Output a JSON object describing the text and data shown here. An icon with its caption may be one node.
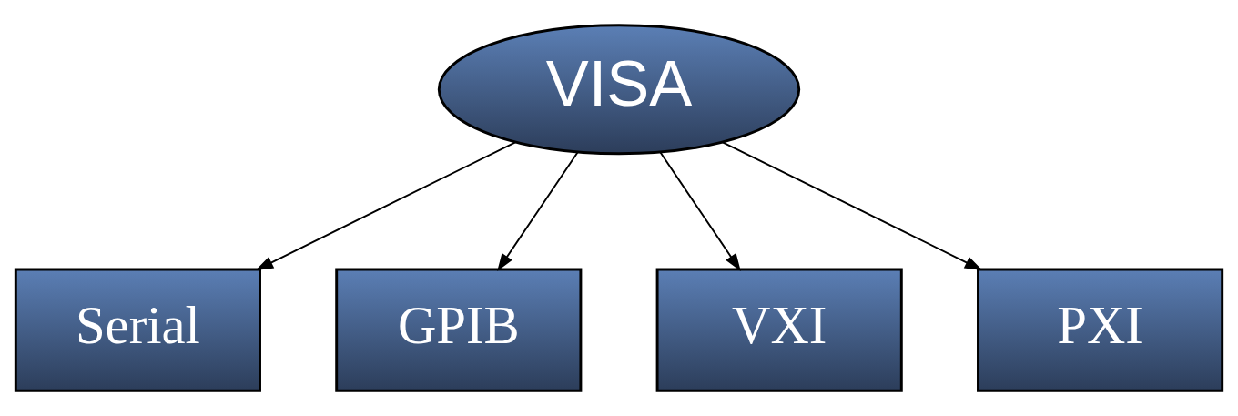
{
  "diagram": {
    "nodes": [
      {
        "text": [
          "VISA"
        ]
      },
      {
        "text": [
          "Serial"
        ]
      },
      {
        "text": [
          "GPIB"
        ]
      },
      {
        "text": [
          "VXI"
        ]
      },
      {
        "text": [
          "PXI"
        ]
      }
    ],
    "edges": [
      {
        "from": 0,
        "to": 1,
        "arrow": "to"
      },
      {
        "from": 0,
        "to": 2,
        "arrow": "to"
      },
      {
        "from": 0,
        "to": 3,
        "arrow": "to"
      },
      {
        "from": 0,
        "to": 4,
        "arrow": "to"
      }
    ]
  }
}
